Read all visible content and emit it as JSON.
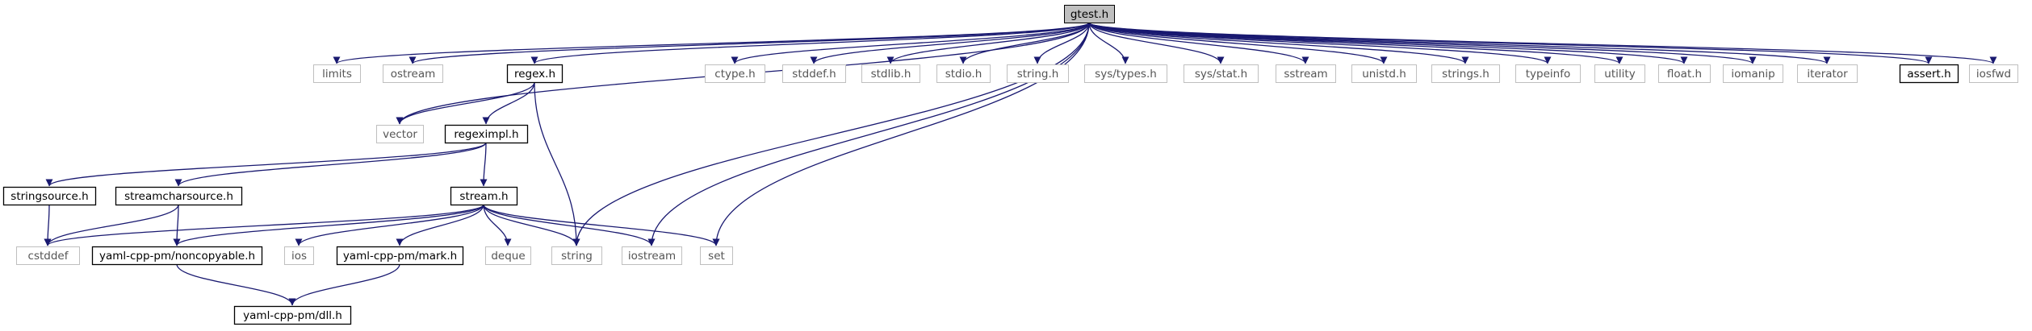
{
  "graph": {
    "title": "",
    "nodes": [
      {
        "id": "gtest",
        "label": "gtest.h",
        "kind": "root"
      },
      {
        "id": "limits",
        "label": "limits",
        "kind": "ext"
      },
      {
        "id": "ostream",
        "label": "ostream",
        "kind": "ext"
      },
      {
        "id": "regex",
        "label": "regex.h",
        "kind": "doc"
      },
      {
        "id": "ctype",
        "label": "ctype.h",
        "kind": "ext"
      },
      {
        "id": "stddef",
        "label": "stddef.h",
        "kind": "ext"
      },
      {
        "id": "stdlib",
        "label": "stdlib.h",
        "kind": "ext"
      },
      {
        "id": "stdio",
        "label": "stdio.h",
        "kind": "ext"
      },
      {
        "id": "stringh",
        "label": "string.h",
        "kind": "ext"
      },
      {
        "id": "systypes",
        "label": "sys/types.h",
        "kind": "ext"
      },
      {
        "id": "sysstat",
        "label": "sys/stat.h",
        "kind": "ext"
      },
      {
        "id": "sstream",
        "label": "sstream",
        "kind": "ext"
      },
      {
        "id": "unistd",
        "label": "unistd.h",
        "kind": "ext"
      },
      {
        "id": "strings",
        "label": "strings.h",
        "kind": "ext"
      },
      {
        "id": "typeinfo",
        "label": "typeinfo",
        "kind": "ext"
      },
      {
        "id": "utility",
        "label": "utility",
        "kind": "ext"
      },
      {
        "id": "float",
        "label": "float.h",
        "kind": "ext"
      },
      {
        "id": "iomanip",
        "label": "iomanip",
        "kind": "ext"
      },
      {
        "id": "iterator",
        "label": "iterator",
        "kind": "ext"
      },
      {
        "id": "assert",
        "label": "assert.h",
        "kind": "doc"
      },
      {
        "id": "iosfwd",
        "label": "iosfwd",
        "kind": "ext"
      },
      {
        "id": "vector",
        "label": "vector",
        "kind": "ext"
      },
      {
        "id": "regeximpl",
        "label": "regeximpl.h",
        "kind": "doc"
      },
      {
        "id": "stringsource",
        "label": "stringsource.h",
        "kind": "doc"
      },
      {
        "id": "streamcharsource",
        "label": "streamcharsource.h",
        "kind": "doc"
      },
      {
        "id": "stream",
        "label": "stream.h",
        "kind": "doc"
      },
      {
        "id": "cstddef",
        "label": "cstddef",
        "kind": "ext"
      },
      {
        "id": "noncopyable",
        "label": "yaml-cpp-pm/noncopyable.h",
        "kind": "doc"
      },
      {
        "id": "ios",
        "label": "ios",
        "kind": "ext"
      },
      {
        "id": "mark",
        "label": "yaml-cpp-pm/mark.h",
        "kind": "doc"
      },
      {
        "id": "deque",
        "label": "deque",
        "kind": "ext"
      },
      {
        "id": "string",
        "label": "string",
        "kind": "ext"
      },
      {
        "id": "iostream",
        "label": "iostream",
        "kind": "ext"
      },
      {
        "id": "set",
        "label": "set",
        "kind": "ext"
      },
      {
        "id": "dll",
        "label": "yaml-cpp-pm/dll.h",
        "kind": "doc"
      }
    ],
    "edges": [
      [
        "gtest",
        "limits"
      ],
      [
        "gtest",
        "ostream"
      ],
      [
        "gtest",
        "regex"
      ],
      [
        "gtest",
        "vector"
      ],
      [
        "gtest",
        "string"
      ],
      [
        "gtest",
        "iostream"
      ],
      [
        "gtest",
        "set"
      ],
      [
        "gtest",
        "ctype"
      ],
      [
        "gtest",
        "stddef"
      ],
      [
        "gtest",
        "stdlib"
      ],
      [
        "gtest",
        "stdio"
      ],
      [
        "gtest",
        "stringh"
      ],
      [
        "gtest",
        "systypes"
      ],
      [
        "gtest",
        "sysstat"
      ],
      [
        "gtest",
        "sstream"
      ],
      [
        "gtest",
        "unistd"
      ],
      [
        "gtest",
        "strings"
      ],
      [
        "gtest",
        "typeinfo"
      ],
      [
        "gtest",
        "utility"
      ],
      [
        "gtest",
        "float"
      ],
      [
        "gtest",
        "iomanip"
      ],
      [
        "gtest",
        "iterator"
      ],
      [
        "gtest",
        "assert"
      ],
      [
        "gtest",
        "iosfwd"
      ],
      [
        "regex",
        "vector"
      ],
      [
        "regex",
        "regeximpl"
      ],
      [
        "regex",
        "string"
      ],
      [
        "regeximpl",
        "stringsource"
      ],
      [
        "regeximpl",
        "streamcharsource"
      ],
      [
        "regeximpl",
        "stream"
      ],
      [
        "stringsource",
        "cstddef"
      ],
      [
        "streamcharsource",
        "cstddef"
      ],
      [
        "streamcharsource",
        "noncopyable"
      ],
      [
        "stream",
        "cstddef"
      ],
      [
        "stream",
        "noncopyable"
      ],
      [
        "stream",
        "ios"
      ],
      [
        "stream",
        "mark"
      ],
      [
        "stream",
        "deque"
      ],
      [
        "stream",
        "string"
      ],
      [
        "stream",
        "iostream"
      ],
      [
        "stream",
        "set"
      ],
      [
        "noncopyable",
        "dll"
      ],
      [
        "mark",
        "dll"
      ]
    ]
  },
  "colors": {
    "edge": "#191970",
    "ext_border": "#bfbfbf",
    "doc_border": "#000000",
    "root_fill": "#bfbfbf"
  }
}
